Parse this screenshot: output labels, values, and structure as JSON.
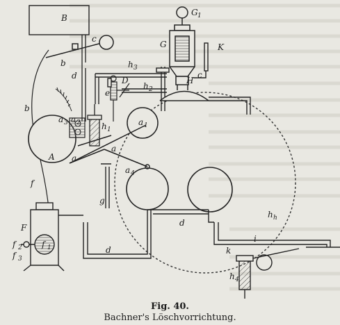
{
  "caption": {
    "figure_number": "Fig. 40.",
    "title": "Bachner's Löschvorrichtung."
  },
  "labels": {
    "B": "B",
    "c_top": "c",
    "b_top": "b",
    "b_left": "b",
    "d_top": "d",
    "G1": "G",
    "G1_sub": "1",
    "G": "G",
    "K": "K",
    "h3": "h",
    "h3_sub": "3",
    "h2": "h",
    "h2_sub": "2",
    "D": "D",
    "e": "e",
    "c_mid": "c",
    "H": "H",
    "h1": "h",
    "h1_sub": "1",
    "a3": "a",
    "a3_sub": "3",
    "a2": "a",
    "a2_sub": "2",
    "a1": "a",
    "a1_sub": "1",
    "a_mid": "a",
    "a_left": "a",
    "A": "A",
    "a4": "a",
    "a4_sub": "4",
    "f_left": "f",
    "g": "g",
    "d_mid": "d",
    "d_low": "d",
    "h": "h",
    "i": "i",
    "k": "k",
    "h4": "h",
    "h4_sub": "4",
    "F": "F",
    "f1": "f",
    "f1_sub": "1",
    "f2": "f",
    "f2_sub": "2",
    "f3": "f",
    "f3_sub": "3"
  }
}
